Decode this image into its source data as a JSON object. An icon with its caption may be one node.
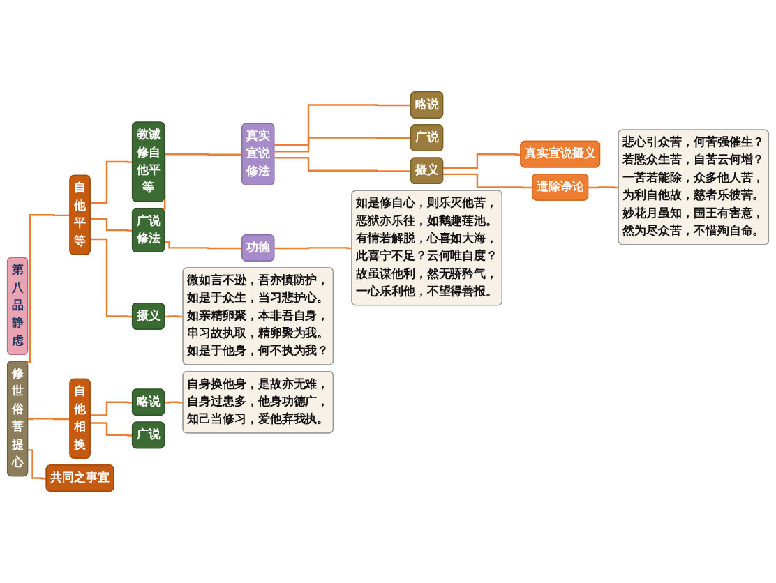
{
  "diagram": {
    "nodes": [
      {
        "text": [
          "第八品",
          "静虑"
        ]
      },
      {
        "text": [
          "修世俗菩提心"
        ]
      },
      {
        "text": [
          "自他平等"
        ]
      },
      {
        "text": [
          "教诫修自他平等"
        ]
      },
      {
        "text": [
          "真实宣说修法"
        ]
      },
      {
        "text": [
          "略说"
        ]
      },
      {
        "text": [
          "广说"
        ]
      },
      {
        "text": [
          "摄义"
        ]
      },
      {
        "text": [
          "真实宣说摄义"
        ]
      },
      {
        "text": [
          "遣除诤论"
        ]
      },
      {
        "text": [
          "广说修法"
        ]
      },
      {
        "text": [
          "功德"
        ]
      },
      {
        "text": [
          "摄义"
        ]
      },
      {
        "text": [
          "自他相换"
        ]
      },
      {
        "text": [
          "略说"
        ]
      },
      {
        "text": [
          "广说"
        ]
      },
      {
        "text": [
          "共同之事宜"
        ]
      },
      {
        "text": [
          "悲心引众苦，何苦强催生？若愍众生苦，自苦云何增？一苦若能除，众多他人苦，为利自他故，慈者乐彼苦。妙花月虽知，国王有害意，然为尽众苦，不惜殉自命。"
        ]
      },
      {
        "text": [
          "如是修自心，则乐灭他苦，恶狱亦乐往，如鹅趣莲池。",
          "有情若解脱，心喜如大海，此喜宁不足？云何唯自度？故虽谋他利，然无骄矜气，一心乐利他，不望得善报。"
        ]
      },
      {
        "text": [
          "微如言不逊，吾亦慎防护，如是于众生，当习悲护心。如亲精卵聚，本非吾自身，串习故执取，精卵聚为我。如是于他身，何不执为我？"
        ]
      },
      {
        "text": [
          "自身换他身，是故亦无难，自身过患多，他身功德广，知己当修习，爱他弃我执。"
        ]
      }
    ],
    "edges": [
      {
        "from": 1,
        "to": 2,
        "arrow": "none"
      },
      {
        "from": 1,
        "to": 13,
        "arrow": "none"
      },
      {
        "from": 1,
        "to": 16,
        "arrow": "none"
      },
      {
        "from": 2,
        "to": 3,
        "arrow": "none"
      },
      {
        "from": 2,
        "to": 10,
        "arrow": "none"
      },
      {
        "from": 2,
        "to": 12,
        "arrow": "none"
      },
      {
        "from": 10,
        "to": 4,
        "arrow": "none"
      },
      {
        "from": 10,
        "to": 11,
        "arrow": "none"
      },
      {
        "from": 4,
        "to": 5,
        "arrow": "none"
      },
      {
        "from": 4,
        "to": 6,
        "arrow": "none"
      },
      {
        "from": 4,
        "to": 7,
        "arrow": "none"
      },
      {
        "from": 7,
        "to": 8,
        "arrow": "none"
      },
      {
        "from": 7,
        "to": 9,
        "arrow": "none"
      },
      {
        "from": 9,
        "to": 17,
        "arrow": "none"
      },
      {
        "from": 11,
        "to": 18,
        "arrow": "none"
      },
      {
        "from": 12,
        "to": 19,
        "arrow": "none"
      },
      {
        "from": 13,
        "to": 14,
        "arrow": "none"
      },
      {
        "from": 13,
        "to": 15,
        "arrow": "none"
      },
      {
        "from": 14,
        "to": 20,
        "arrow": "none"
      }
    ]
  }
}
